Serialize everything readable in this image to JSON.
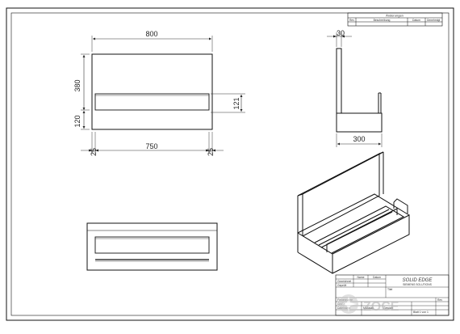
{
  "revision_table": {
    "title": "Änderungen",
    "headers": [
      "Rev",
      "Beschreibung",
      "Datum",
      "Genehmigt"
    ]
  },
  "front_view": {
    "dim_width": "800",
    "dim_height_total": "380",
    "dim_height_lower": "120",
    "dim_inner_width": "750",
    "dim_offset_left": "25",
    "dim_offset_right": "25",
    "dim_tray_height": "121"
  },
  "side_view": {
    "dim_thickness": "30",
    "dim_depth": "300"
  },
  "title_block": {
    "brand": "SOLID EDGE",
    "brand_sub": "SIEMENS SOLUTIONS",
    "col_name": "Name",
    "col_date": "Datum",
    "row_drawn": "Gezeichnet",
    "row_checked": "Geprüft",
    "row_title_label": "Titel",
    "row_size": "Größe",
    "row_rev": "Rev",
    "row_scale": "Maßstab",
    "row_weight": "Gewicht",
    "row_sheet": "Blatt 1 von 1",
    "file_name": "Dateiname",
    "company": "Firmenname"
  },
  "watermark": {
    "text": "ZOCE"
  },
  "colors": {
    "line": "#111111",
    "dim_line": "#333333",
    "paper": "#ffffff"
  }
}
